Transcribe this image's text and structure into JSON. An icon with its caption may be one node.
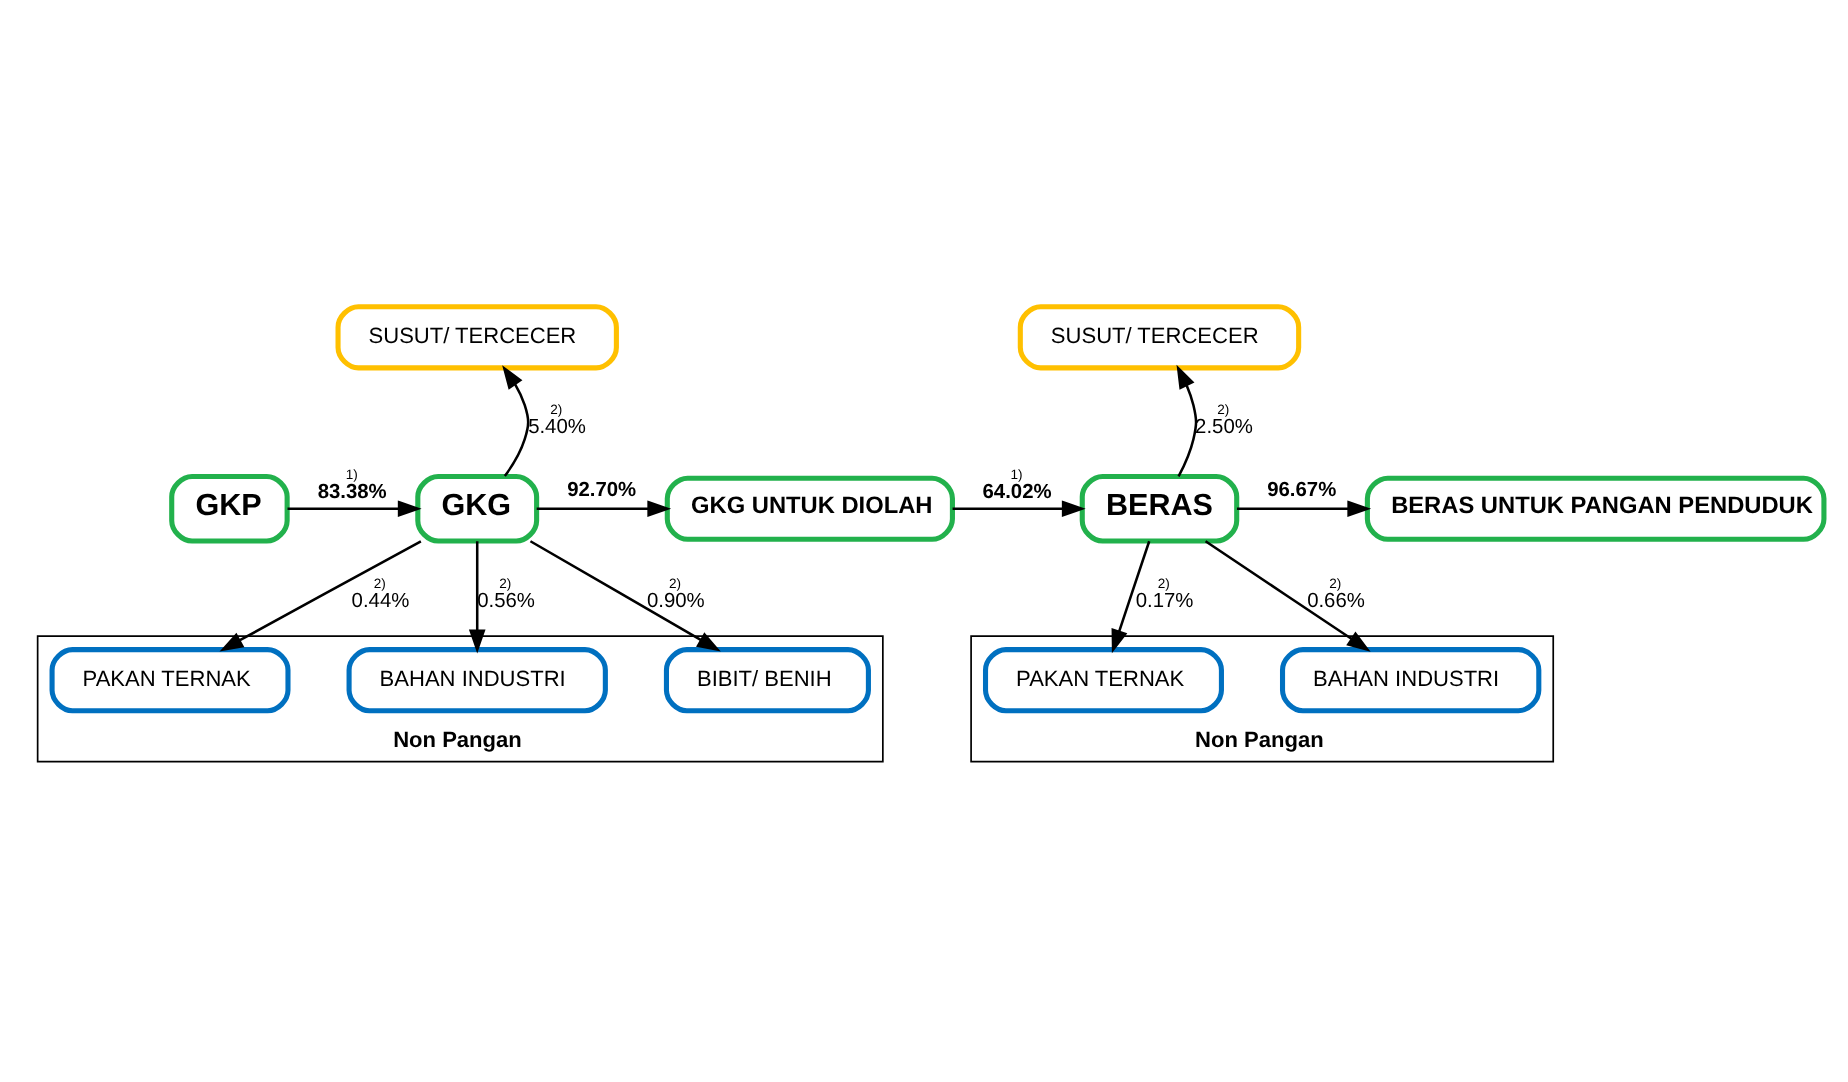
{
  "diagram": {
    "nodes": [
      {
        "text": [
          "GKP"
        ]
      },
      {
        "text": [
          "GKG"
        ]
      },
      {
        "text": [
          "SUSUT/ TERCECER"
        ]
      },
      {
        "text": [
          "GKG UNTUK DIOLAH"
        ]
      },
      {
        "text": [
          "Non Pangan"
        ]
      },
      {
        "text": [
          "PAKAN TERNAK"
        ],
        "in": 4
      },
      {
        "text": [
          "BAHAN INDUSTRI"
        ],
        "in": 4
      },
      {
        "text": [
          "BIBIT/ BENIH"
        ],
        "in": 4
      },
      {
        "text": [
          "BERAS"
        ]
      },
      {
        "text": [
          "SUSUT/ TERCECER"
        ]
      },
      {
        "text": [
          "BERAS UNTUK PANGAN PENDUDUK"
        ]
      },
      {
        "text": [
          "Non Pangan"
        ]
      },
      {
        "text": [
          "PAKAN TERNAK"
        ],
        "in": 11
      },
      {
        "text": [
          "BAHAN INDUSTRI"
        ],
        "in": 11
      }
    ],
    "edges": [
      {
        "from": 0,
        "to": 1,
        "arrow": "to",
        "label": "$^{1)}$83.38%"
      },
      {
        "from": 1,
        "to": 2,
        "arrow": "to",
        "label": "$^{2)}$5.40%"
      },
      {
        "from": 1,
        "to": 3,
        "arrow": "to",
        "label": "92.70%"
      },
      {
        "from": 1,
        "to": 5,
        "arrow": "to",
        "label": "$^{2)}$0.44%"
      },
      {
        "from": 1,
        "to": 6,
        "arrow": "to",
        "label": "$^{2)}$0.56%"
      },
      {
        "from": 1,
        "to": 7,
        "arrow": "to",
        "label": "$^{2)}$0.90%"
      },
      {
        "from": 3,
        "to": 8,
        "arrow": "to",
        "label": "$^{1)}$64.02%"
      },
      {
        "from": 8,
        "to": 9,
        "arrow": "to",
        "label": "$^{2)}$2.50%"
      },
      {
        "from": 8,
        "to": 10,
        "arrow": "to",
        "label": "96.67%"
      },
      {
        "from": 8,
        "to": 12,
        "arrow": "to",
        "label": "$^{2)}$0.17%"
      },
      {
        "from": 8,
        "to": 13,
        "arrow": "to",
        "label": "$^{2)}$0.66%"
      }
    ]
  }
}
